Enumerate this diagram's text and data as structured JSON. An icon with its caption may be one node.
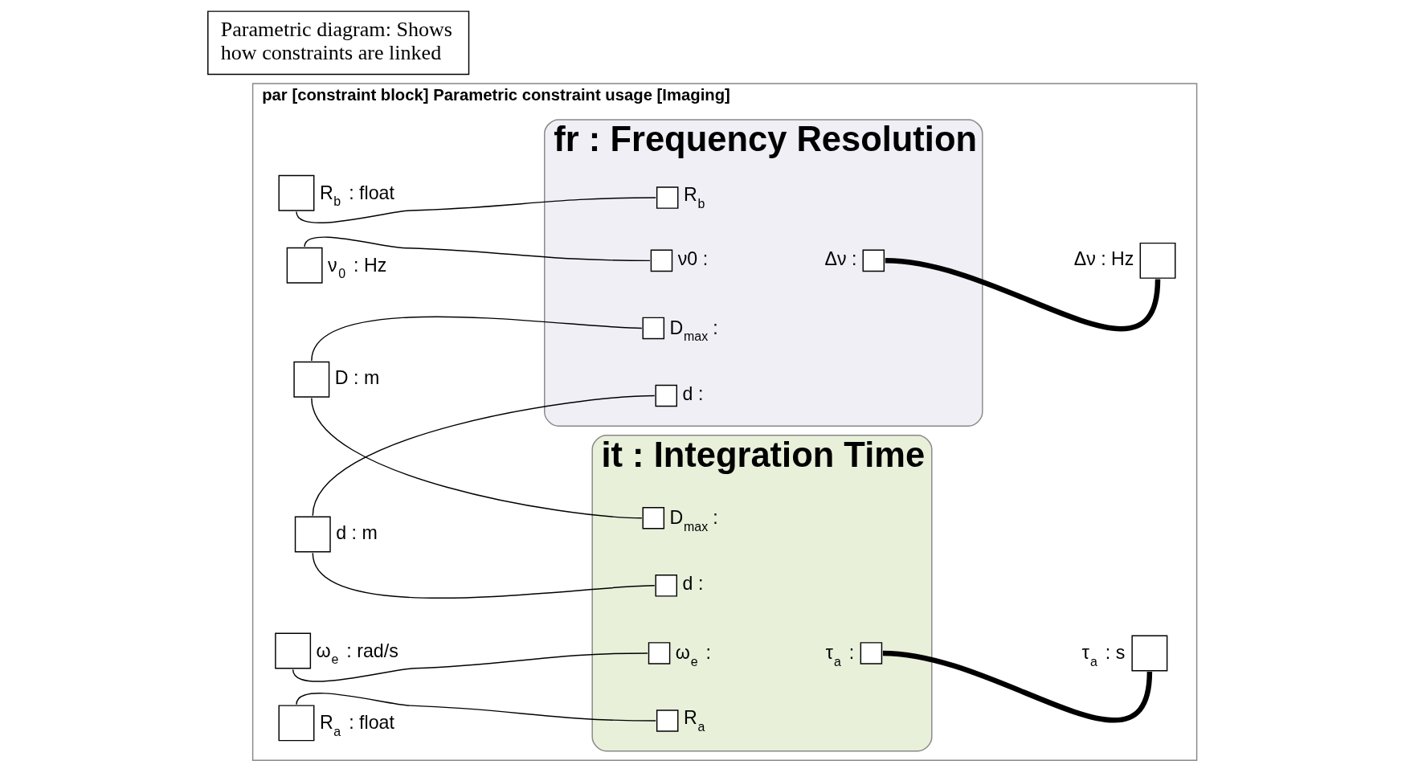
{
  "diagram": {
    "nodes": [
      {
        "text": [
          "par [constraint block] Parametric constraint usage [Imaging]"
        ]
      },
      {
        "text": [
          "R$_{b}$ : float"
        ],
        "in": 0
      },
      {
        "text": [
          "ν$_{0}$ : Hz"
        ],
        "in": 0
      },
      {
        "text": [
          "D : m"
        ],
        "in": 0
      },
      {
        "text": [
          "d : m"
        ],
        "in": 0
      },
      {
        "text": [
          "ω$_{e}$ : rad/s"
        ],
        "in": 0
      },
      {
        "text": [
          "R$_{a}$ : float"
        ],
        "in": 0
      },
      {
        "text": [
          "fr : Frequency Resolution"
        ],
        "in": 0
      },
      {
        "text": [
          "R$_{b}$"
        ],
        "in": 7
      },
      {
        "text": [
          "ν0 :"
        ],
        "in": 7
      },
      {
        "text": [
          "d :"
        ],
        "in": 7
      },
      {
        "text": [
          "D$_{max}$ :"
        ],
        "in": 7
      },
      {
        "text": [
          "Δν :"
        ],
        "in": 7
      },
      {
        "text": [
          "Δν : Hz"
        ],
        "in": 0
      },
      {
        "text": [
          "it : Integration Time"
        ],
        "in": 0
      },
      {
        "text": [
          "D$_{max}$ :"
        ],
        "in": 14
      },
      {
        "text": [
          "d :"
        ],
        "in": 14
      },
      {
        "text": [
          "ω$_{e}$ :"
        ],
        "in": 14
      },
      {
        "text": [
          "R$_{a}$"
        ],
        "in": 14
      },
      {
        "text": [
          "τ$_{a}$ :"
        ],
        "in": 14
      },
      {
        "text": [
          "τ$_{a}$ : s"
        ],
        "in": 0
      },
      {
        "text": [
          "Parametric diagram: Shows how constraints are linked"
        ]
      }
    ],
    "edges": [
      {
        "from": 1,
        "to": 8,
        "arrow": "none"
      },
      {
        "from": 2,
        "to": 9,
        "arrow": "none"
      },
      {
        "from": 4,
        "to": 10,
        "arrow": "none"
      },
      {
        "from": 3,
        "to": 11,
        "arrow": "none"
      },
      {
        "from": 12,
        "to": 13,
        "arrow": "none",
        "style": "thick"
      },
      {
        "from": 3,
        "to": 15,
        "arrow": "none"
      },
      {
        "from": 4,
        "to": 16,
        "arrow": "none"
      },
      {
        "from": 5,
        "to": 17,
        "arrow": "none"
      },
      {
        "from": 6,
        "to": 18,
        "arrow": "none"
      },
      {
        "from": 19,
        "to": 20,
        "arrow": "none",
        "style": "thick"
      }
    ]
  }
}
